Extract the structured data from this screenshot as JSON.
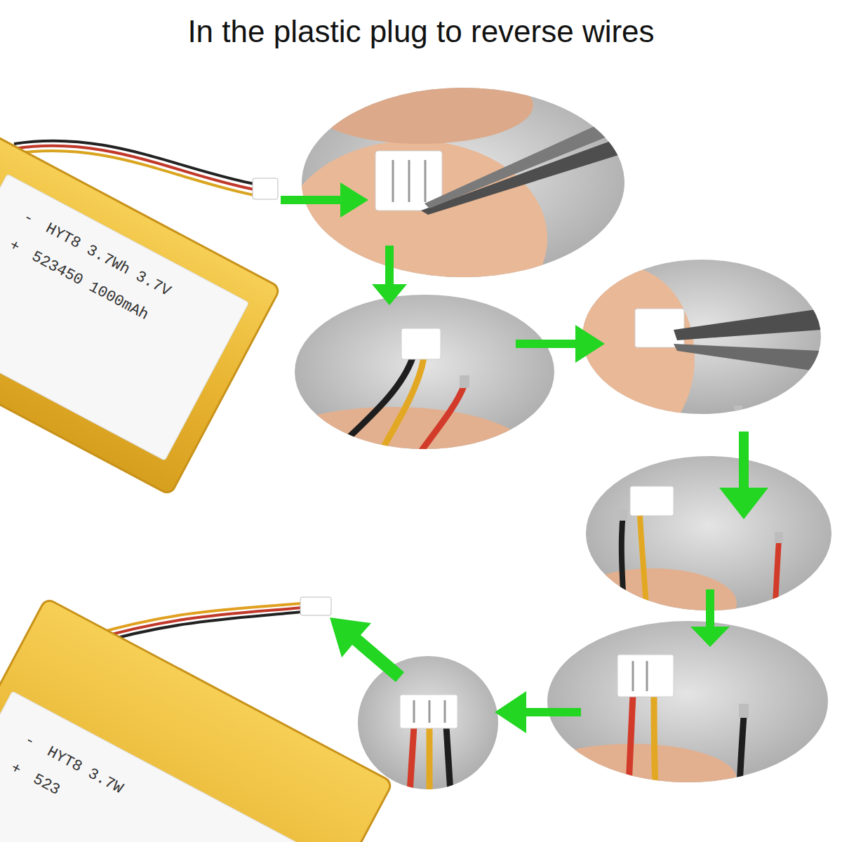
{
  "diagram": {
    "title": "In the plastic plug to reverse wires",
    "labels": [
      "-",
      "HYT8 3.7Wh 3.7V",
      "+",
      "523450 1000mAh",
      "-",
      "HYT8 3.7W",
      "+",
      "523"
    ]
  }
}
